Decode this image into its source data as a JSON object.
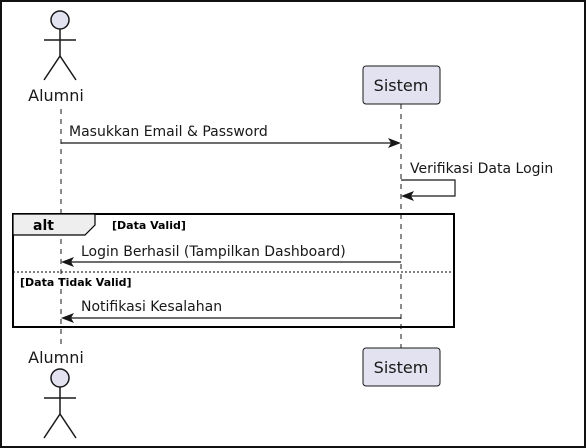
{
  "participants": {
    "actor": {
      "name": "Alumni"
    },
    "system": {
      "name": "Sistem"
    }
  },
  "messages": {
    "m1": "Masukkan Email & Password",
    "m2": "Verifikasi Data Login",
    "m3": "Login Berhasil (Tampilkan Dashboard)",
    "m4": "Notifikasi Kesalahan"
  },
  "alt_fragment": {
    "operator": "alt",
    "guard_1": "[Data Valid]",
    "guard_2": "[Data Tidak Valid]"
  },
  "colors": {
    "participant_fill": "#e2e2f0",
    "participant_stroke": "#181818",
    "line": "#181818",
    "window_border": "#111111"
  }
}
